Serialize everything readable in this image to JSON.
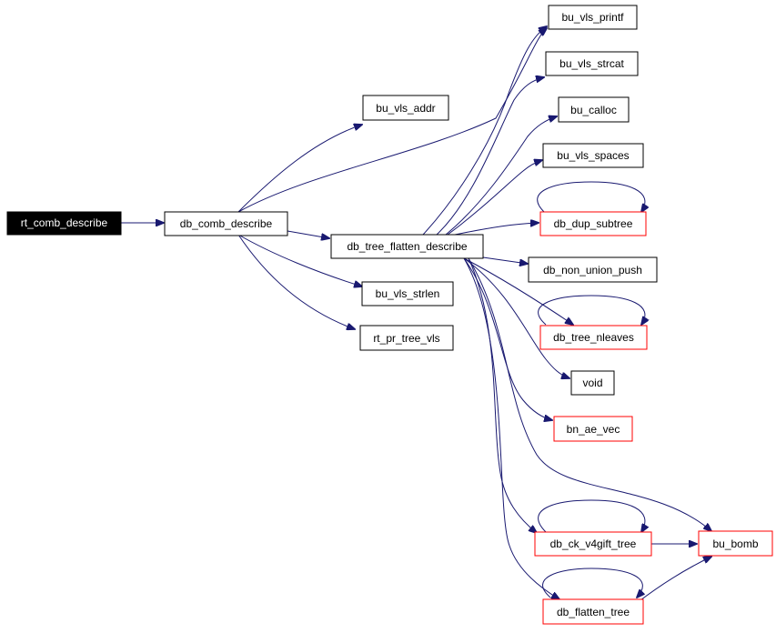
{
  "graph": {
    "edge_color": "#191970",
    "incomplete_border_color": "#ff0000",
    "nodes": {
      "rt_comb_describe": {
        "label": "rt_comb_describe",
        "style": "focus"
      },
      "db_comb_describe": {
        "label": "db_comb_describe",
        "style": "normal"
      },
      "bu_vls_addr": {
        "label": "bu_vls_addr",
        "style": "normal"
      },
      "db_tree_flatten_describe": {
        "label": "db_tree_flatten_describe",
        "style": "normal"
      },
      "bu_vls_strlen": {
        "label": "bu_vls_strlen",
        "style": "normal"
      },
      "rt_pr_tree_vls": {
        "label": "rt_pr_tree_vls",
        "style": "normal"
      },
      "bu_vls_printf": {
        "label": "bu_vls_printf",
        "style": "normal"
      },
      "bu_vls_strcat": {
        "label": "bu_vls_strcat",
        "style": "normal"
      },
      "bu_calloc": {
        "label": "bu_calloc",
        "style": "normal"
      },
      "bu_vls_spaces": {
        "label": "bu_vls_spaces",
        "style": "normal"
      },
      "db_dup_subtree": {
        "label": "db_dup_subtree",
        "style": "incomplete"
      },
      "db_non_union_push": {
        "label": "db_non_union_push",
        "style": "normal"
      },
      "db_tree_nleaves": {
        "label": "db_tree_nleaves",
        "style": "incomplete"
      },
      "void": {
        "label": "void",
        "style": "normal"
      },
      "bn_ae_vec": {
        "label": "bn_ae_vec",
        "style": "incomplete"
      },
      "db_ck_v4gift_tree": {
        "label": "db_ck_v4gift_tree",
        "style": "incomplete"
      },
      "bu_bomb": {
        "label": "bu_bomb",
        "style": "incomplete"
      },
      "db_flatten_tree": {
        "label": "db_flatten_tree",
        "style": "incomplete"
      }
    },
    "edges": [
      [
        "rt_comb_describe",
        "db_comb_describe"
      ],
      [
        "db_comb_describe",
        "bu_vls_addr"
      ],
      [
        "db_comb_describe",
        "bu_vls_printf"
      ],
      [
        "db_comb_describe",
        "db_tree_flatten_describe"
      ],
      [
        "db_comb_describe",
        "bu_vls_strlen"
      ],
      [
        "db_comb_describe",
        "rt_pr_tree_vls"
      ],
      [
        "db_tree_flatten_describe",
        "bu_vls_printf"
      ],
      [
        "db_tree_flatten_describe",
        "bu_vls_strcat"
      ],
      [
        "db_tree_flatten_describe",
        "bu_calloc"
      ],
      [
        "db_tree_flatten_describe",
        "bu_vls_spaces"
      ],
      [
        "db_tree_flatten_describe",
        "db_dup_subtree"
      ],
      [
        "db_tree_flatten_describe",
        "db_non_union_push"
      ],
      [
        "db_tree_flatten_describe",
        "db_tree_nleaves"
      ],
      [
        "db_tree_flatten_describe",
        "void"
      ],
      [
        "db_tree_flatten_describe",
        "bn_ae_vec"
      ],
      [
        "db_tree_flatten_describe",
        "db_ck_v4gift_tree"
      ],
      [
        "db_tree_flatten_describe",
        "bu_bomb"
      ],
      [
        "db_tree_flatten_describe",
        "db_flatten_tree"
      ],
      [
        "db_dup_subtree",
        "db_dup_subtree"
      ],
      [
        "db_tree_nleaves",
        "db_tree_nleaves"
      ],
      [
        "db_ck_v4gift_tree",
        "db_ck_v4gift_tree"
      ],
      [
        "db_ck_v4gift_tree",
        "bu_bomb"
      ],
      [
        "db_flatten_tree",
        "db_flatten_tree"
      ],
      [
        "db_flatten_tree",
        "bu_bomb"
      ]
    ]
  }
}
